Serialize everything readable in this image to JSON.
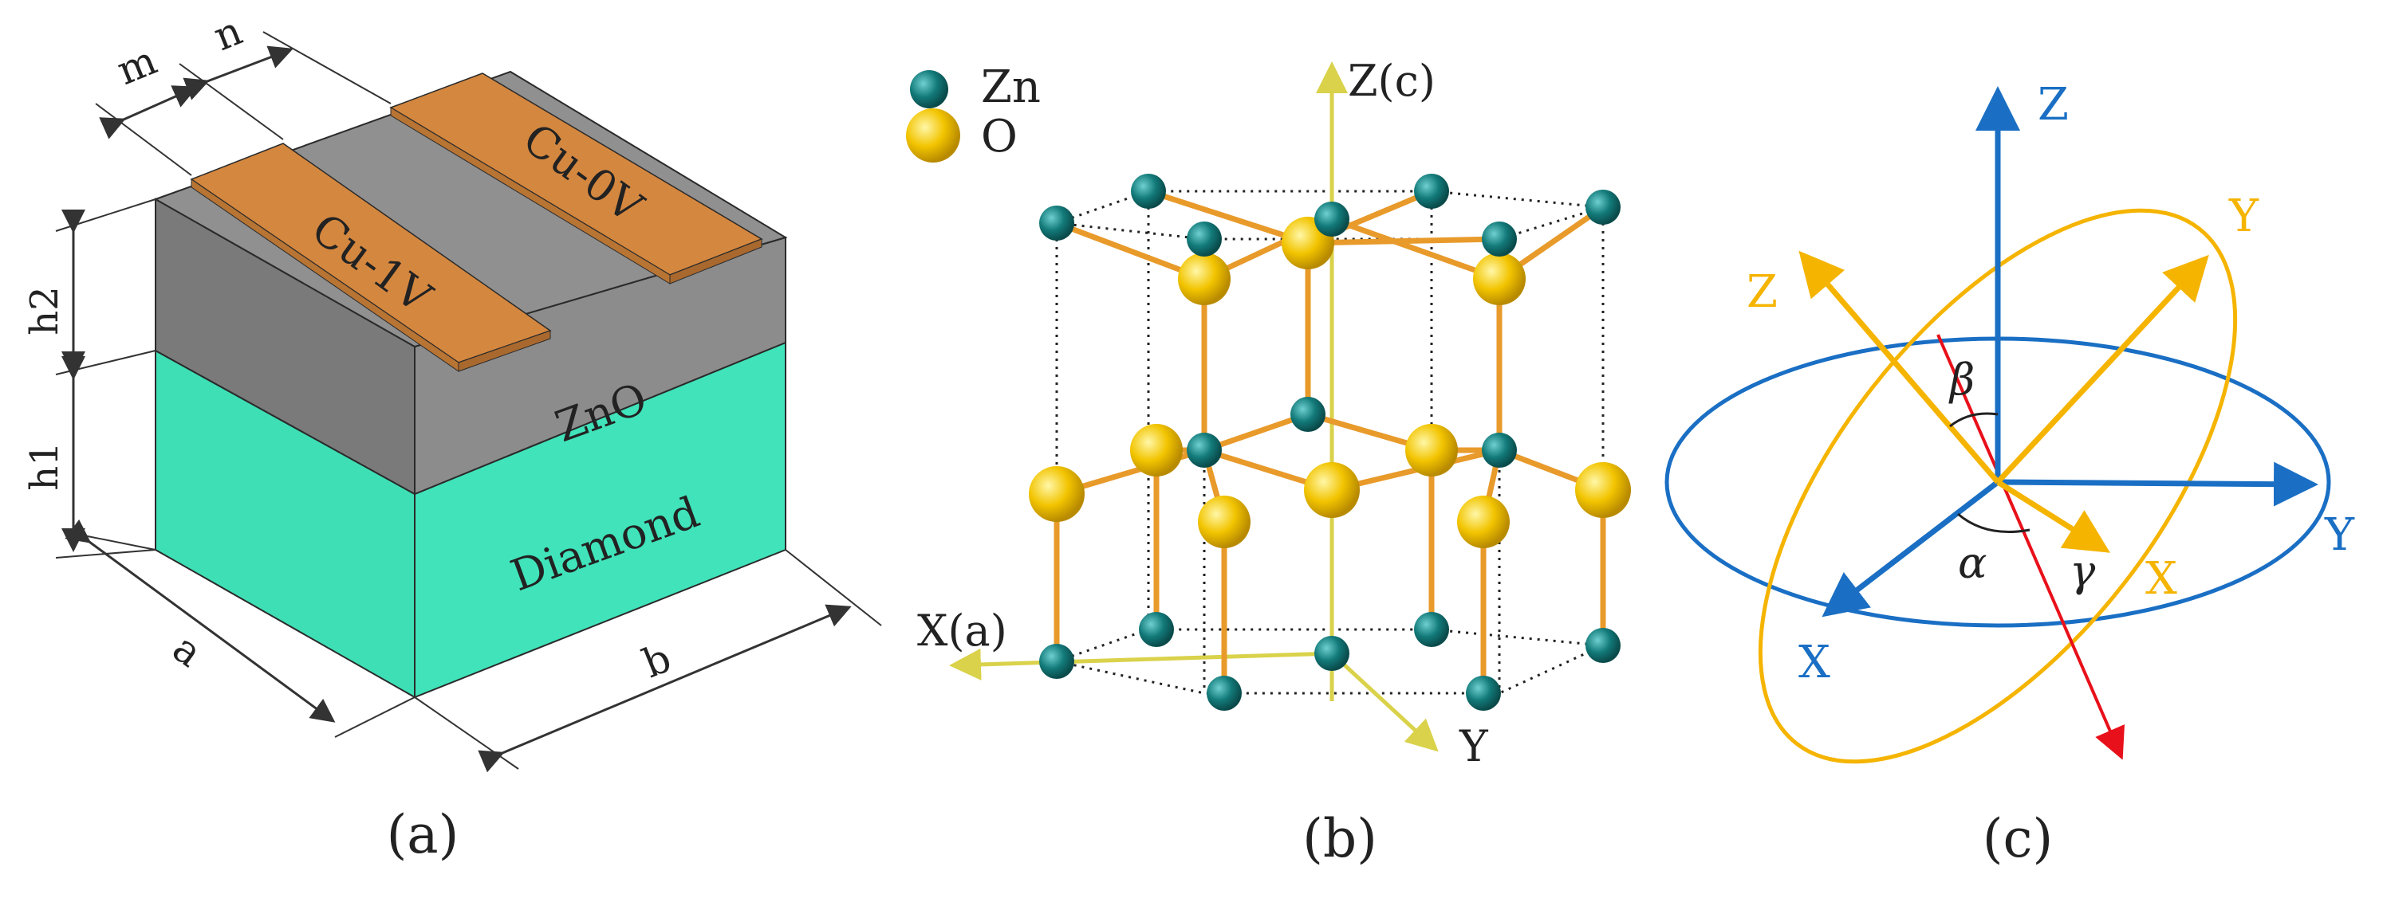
{
  "panel_a": {
    "caption": "(a)",
    "electrode_left": "Cu-1V",
    "electrode_right": "Cu-0V",
    "layer_top": "ZnO",
    "layer_bottom": "Diamond",
    "dim_m": "m",
    "dim_n": "n",
    "dim_h2": "h2",
    "dim_h1": "h1",
    "dim_a": "a",
    "dim_b": "b",
    "colors": {
      "electrode": "#D4873F",
      "zno": "#8C8C8C",
      "diamond": "#3EDFB5"
    }
  },
  "panel_b": {
    "caption": "(b)",
    "legend_zn": "Zn",
    "legend_o": "O",
    "axis_z": "Z(c)",
    "axis_x": "X(a)",
    "axis_y": "Y",
    "colors": {
      "zn": "#137A7A",
      "o": "#F2C400",
      "bond": "#E89A2A",
      "axis": "#D9D24A"
    }
  },
  "panel_c": {
    "caption": "(c)",
    "blue_z": "Z",
    "blue_y": "Y",
    "blue_x": "X",
    "orange_z": "Z",
    "orange_y": "Y",
    "orange_x": "X",
    "angle_alpha": "α",
    "angle_beta": "β",
    "angle_gamma": "γ",
    "colors": {
      "blue": "#1A6FC4",
      "orange": "#F5B400",
      "red": "#E8101A"
    }
  }
}
